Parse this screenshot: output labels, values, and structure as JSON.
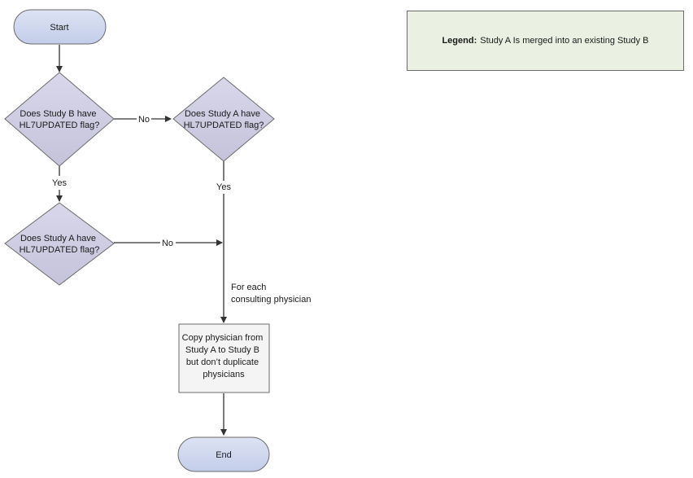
{
  "nodes": {
    "start": "Start",
    "decision1": [
      "Does Study B have",
      "HL7UPDATED flag?"
    ],
    "decision2": [
      "Does Study A have",
      "HL7UPDATED flag?"
    ],
    "decision3": [
      "Does Study A have",
      "HL7UPDATED flag?"
    ],
    "process": [
      "Copy physician from",
      "Study A to Study B",
      "but don’t duplicate",
      "physicians"
    ],
    "end": "End"
  },
  "edges": {
    "d1_no": "No",
    "d1_yes": "Yes",
    "d2_yes": "Yes",
    "d3_no": "No",
    "loop": [
      "For each",
      "consulting physician"
    ]
  },
  "legend": {
    "label": "Legend:",
    "text": "Study A Is merged into an existing Study B"
  },
  "colors": {
    "terminal_fill": "#cdd6ee",
    "decision_fill": "#cccbe0",
    "process_fill": "#f4f4f4",
    "legend_fill": "#eaf0e2",
    "stroke": "#6b6b6b",
    "arrow": "#333333"
  }
}
